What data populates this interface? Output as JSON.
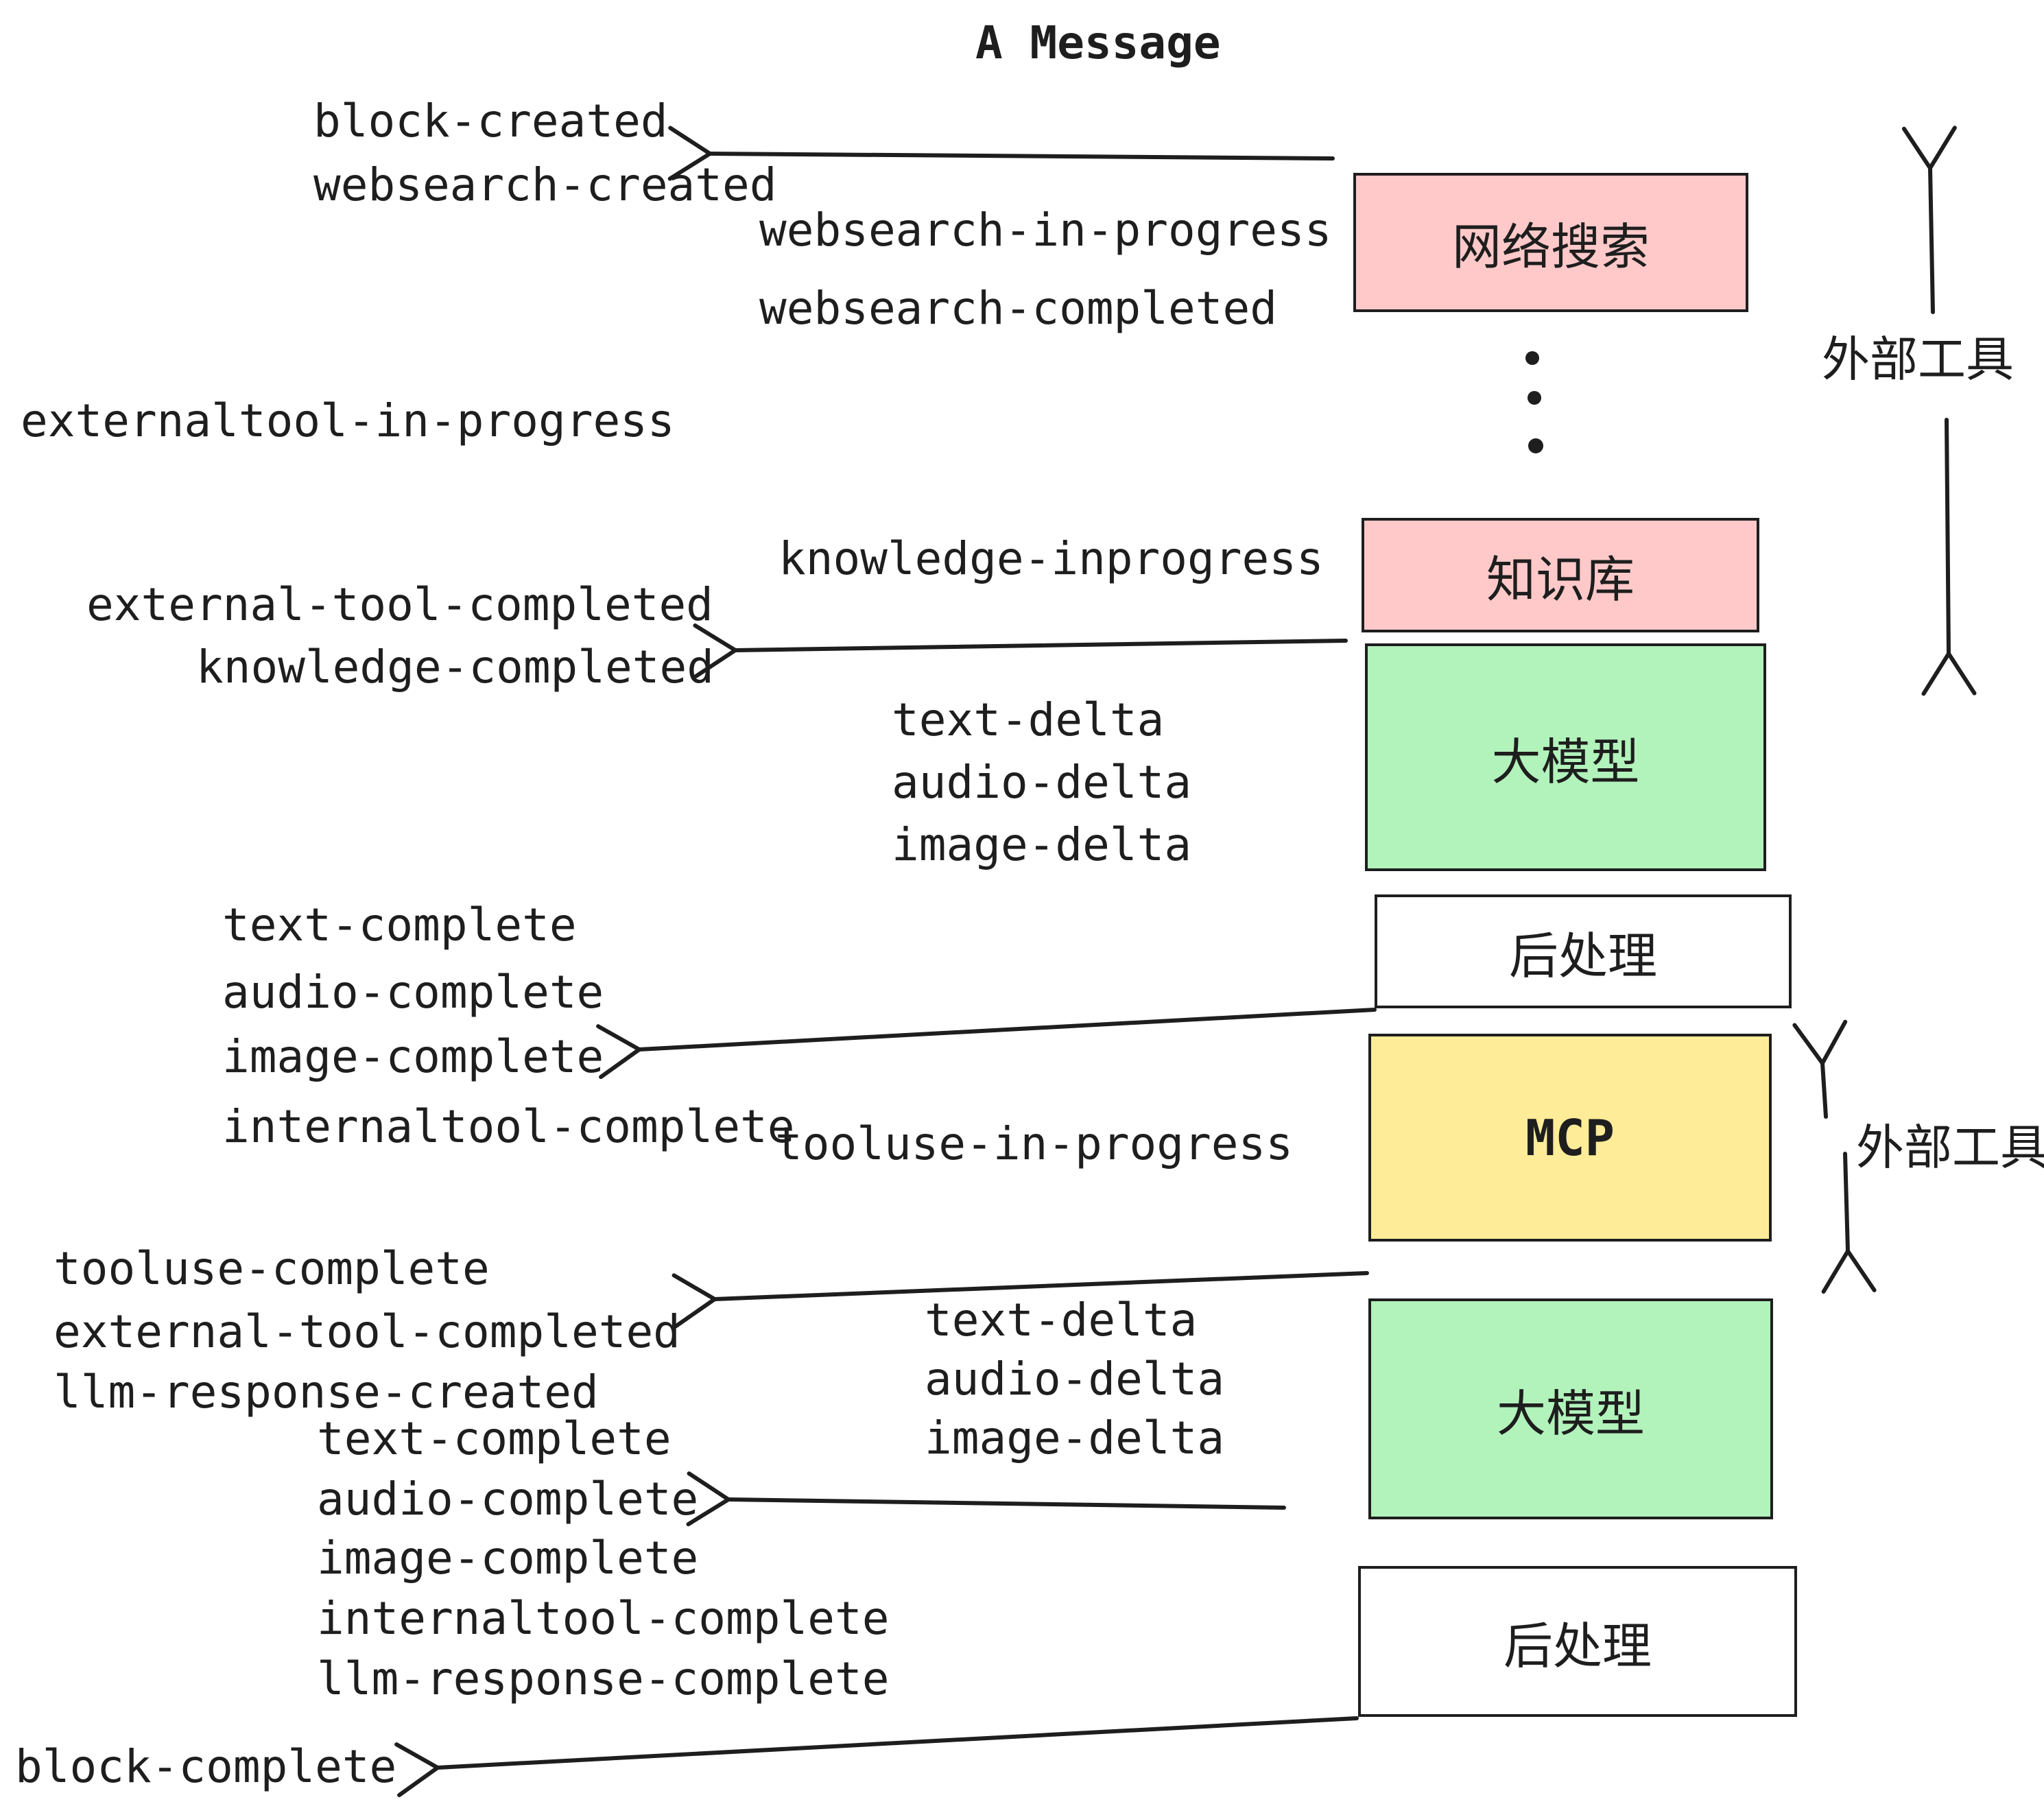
{
  "title": "A Message",
  "colors": {
    "pink": "#ffc9c9",
    "green": "#b2f2bb",
    "yellow": "#ffec99",
    "stroke": "#1e1e1e"
  },
  "boxes": {
    "websearch": "网络搜索",
    "knowledge": "知识库",
    "llm1": "大模型",
    "post1": "后处理",
    "mcp": "MCP",
    "llm2": "大模型",
    "post2": "后处理"
  },
  "side_labels": {
    "external_tools_top": "外部工具",
    "external_tools_bottom": "外部工具"
  },
  "events": {
    "block_created": "block-created",
    "websearch_created": "websearch-created",
    "websearch_in_progress": "websearch-in-progress",
    "websearch_completed": "websearch-completed",
    "externaltool_in_progress": "externaltool-in-progress",
    "knowledge_inprogress": "knowledge-inprogress",
    "external_tool_completed_1": "external-tool-completed",
    "knowledge_completed": "knowledge-completed",
    "text_delta_1": "text-delta",
    "audio_delta_1": "audio-delta",
    "image_delta_1": "image-delta",
    "text_complete_1": "text-complete",
    "audio_complete_1": "audio-complete",
    "image_complete_1": "image-complete",
    "internaltool_complete_1": "internaltool-complete",
    "tooluse_in_progress": "tooluse-in-progress",
    "tooluse_complete": "tooluse-complete",
    "external_tool_completed_2": "external-tool-completed",
    "llm_response_created": "llm-response-created",
    "text_complete_2": "text-complete",
    "audio_complete_2": "audio-complete",
    "image_complete_2": "image-complete",
    "internaltool_complete_2": "internaltool-complete",
    "llm_response_complete": "llm-response-complete",
    "text_delta_2": "text-delta",
    "audio_delta_2": "audio-delta",
    "image_delta_2": "image-delta",
    "block_complete": "block-complete"
  }
}
